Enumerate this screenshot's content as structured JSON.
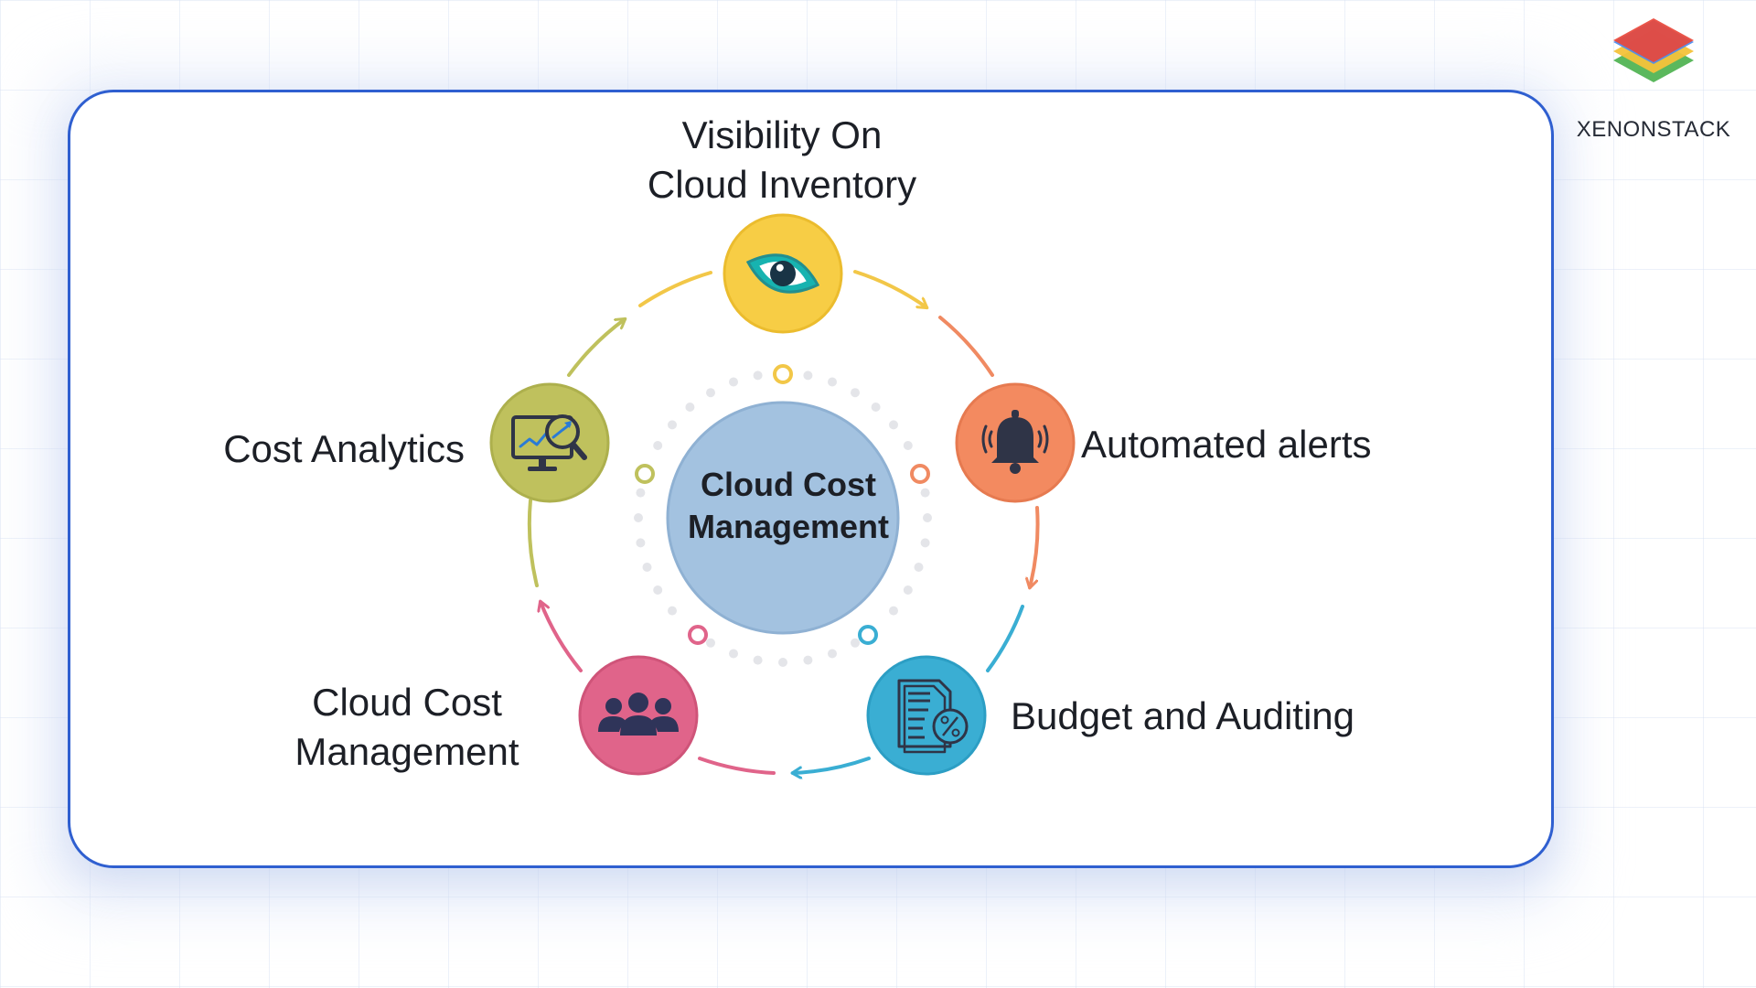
{
  "brand": {
    "name": "XENONSTACK",
    "logo_colors": [
      "#e8483b",
      "#4a8bf0",
      "#f4c23a",
      "#5bb85d"
    ]
  },
  "diagram": {
    "center_label": "Cloud Cost Management",
    "center_color": "#a3c2e0",
    "steps": [
      {
        "label": "Visibility On Cloud Inventory",
        "icon": "eye-icon",
        "color": "#f7cd45"
      },
      {
        "label": "Automated alerts",
        "icon": "bell-icon",
        "color": "#f38a60"
      },
      {
        "label": "Budget and Auditing",
        "icon": "budget-document-icon",
        "color": "#3aaed3"
      },
      {
        "label": "Cloud Cost Management",
        "icon": "team-icon",
        "color": "#e0648a"
      },
      {
        "label": "Cost Analytics",
        "icon": "analytics-monitor-icon",
        "color": "#bfc15d"
      }
    ]
  }
}
